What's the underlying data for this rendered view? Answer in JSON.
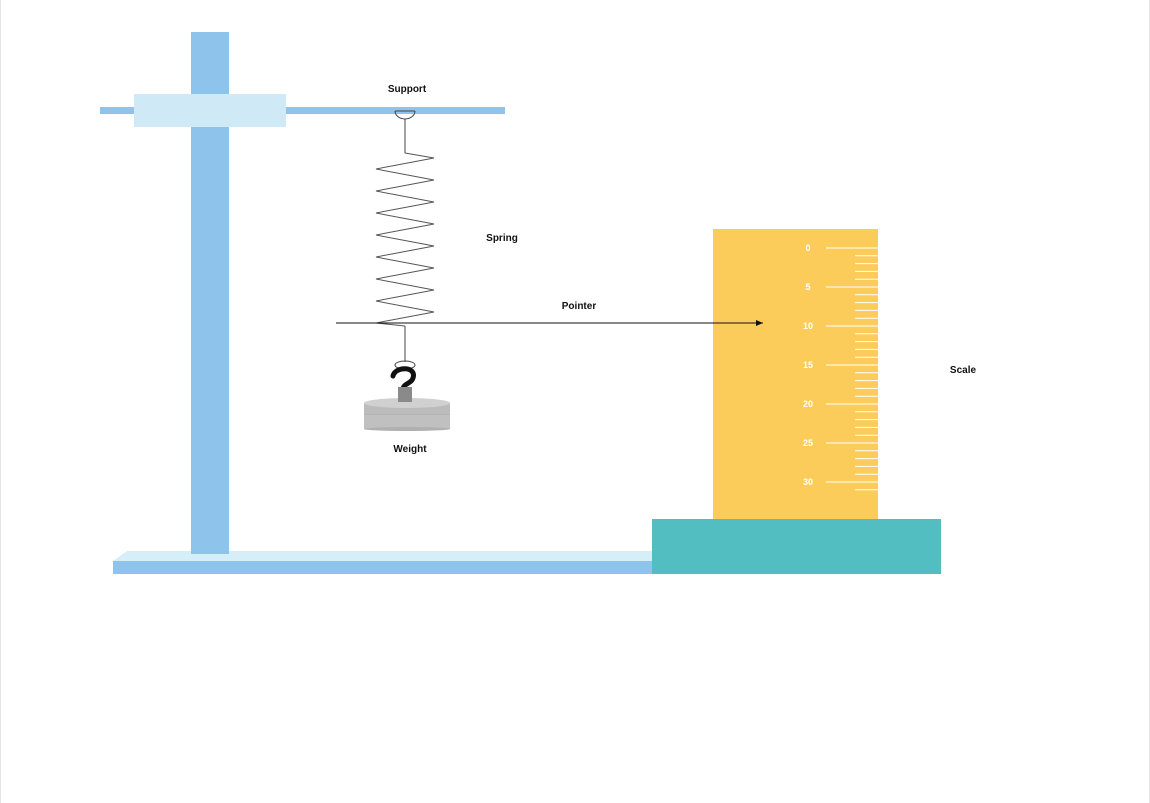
{
  "labels": {
    "support": "Support",
    "spring": "Spring",
    "pointer": "Pointer",
    "weight": "Weight",
    "scale": "Scale"
  },
  "scale": {
    "ticks": [
      "0",
      "5",
      "10",
      "15",
      "20",
      "25",
      "30"
    ]
  },
  "colors": {
    "stand": "#8ec4ec",
    "clamp": "#cfe9f6",
    "base_top": "#d6eef8",
    "ruler": "#fccc5a",
    "block": "#52bec2",
    "weight": "#c0c0c0",
    "pointer": "#111111"
  }
}
